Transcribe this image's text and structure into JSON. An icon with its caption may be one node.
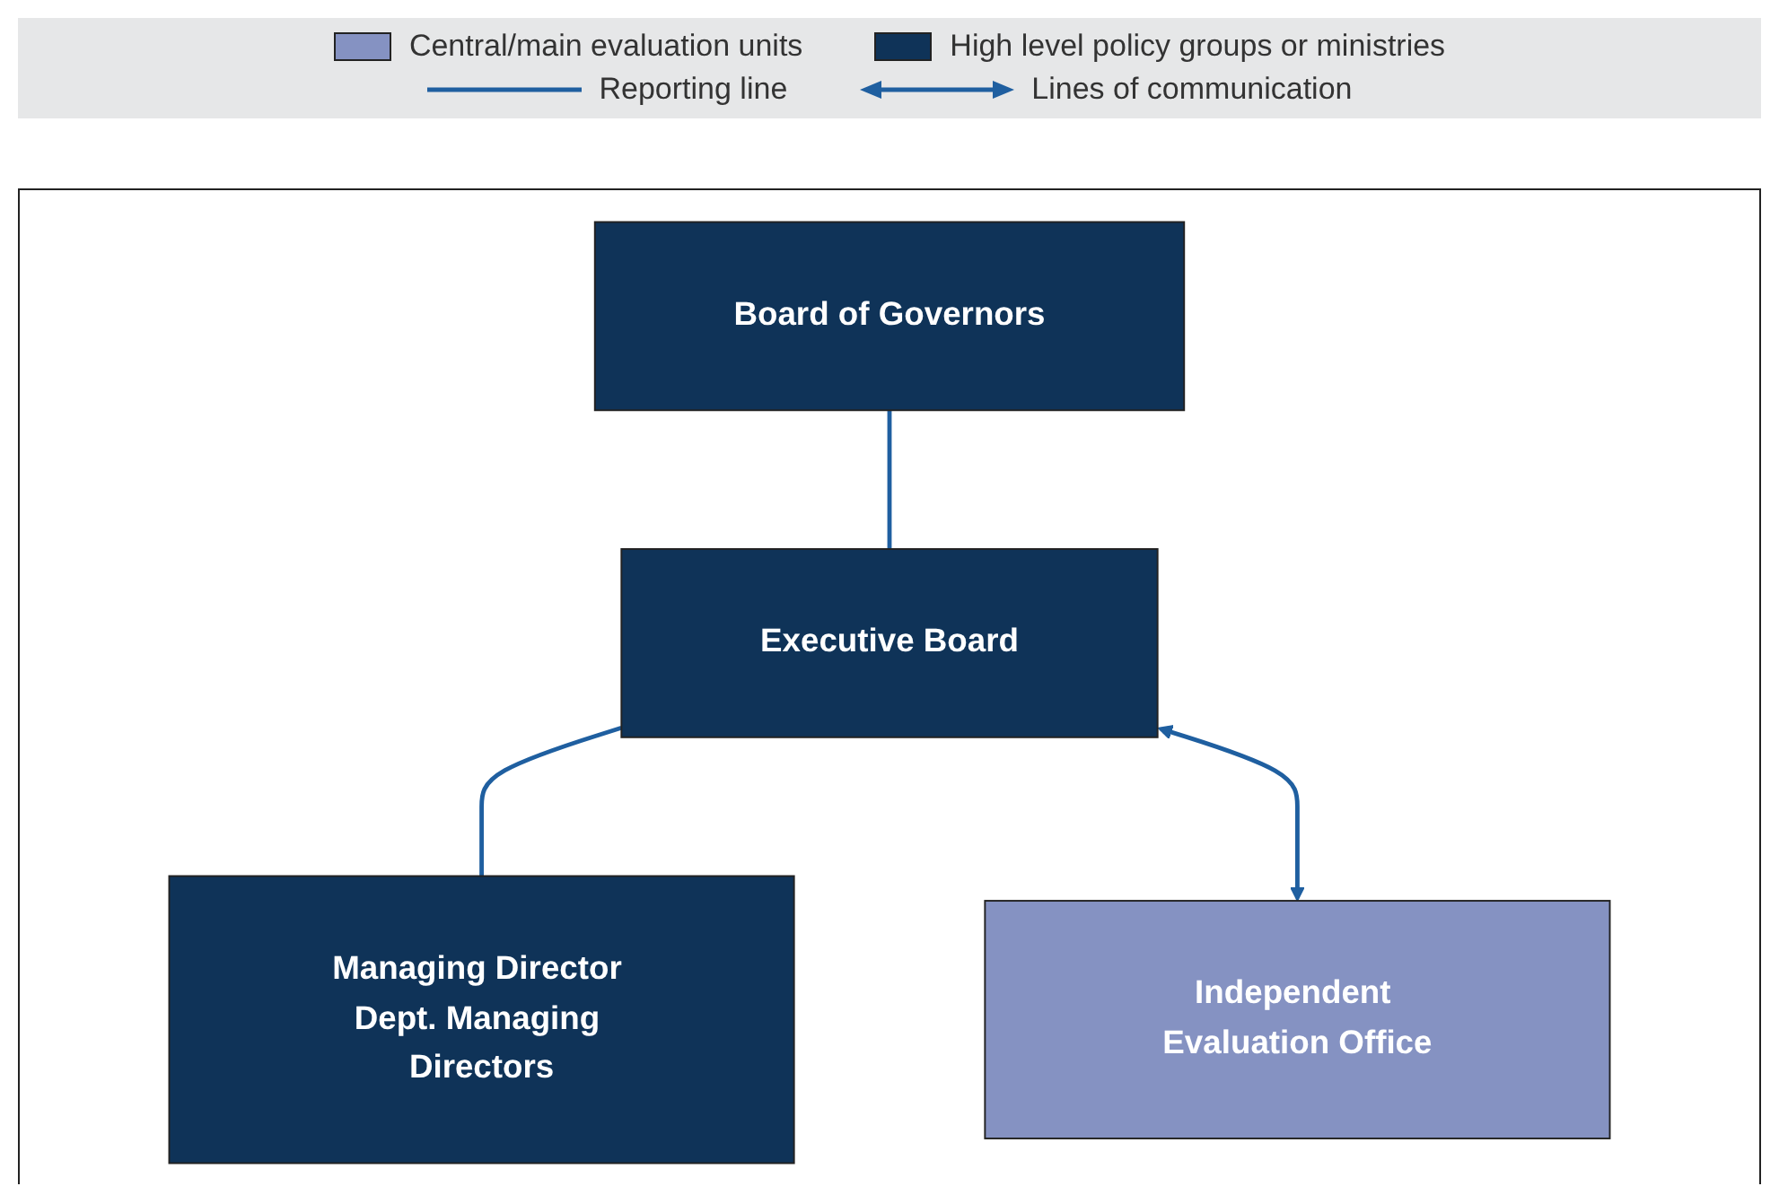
{
  "diagram": {
    "nodes": [
      {
        "text": [
          "Board of Governors"
        ]
      },
      {
        "text": [
          "Executive Board"
        ]
      },
      {
        "text": [
          "Managing Director Dept. Managing Directors"
        ]
      },
      {
        "text": [
          "Independent Evaluation Office"
        ]
      }
    ],
    "edges": [
      {
        "from": 0,
        "to": 1,
        "arrow": "none"
      },
      {
        "from": 1,
        "to": 2,
        "arrow": "none"
      },
      {
        "from": 1,
        "to": 3,
        "arrow": "both"
      }
    ],
    "legend": [
      {
        "text": "Central/main evaluation units",
        "color": "#8592c2"
      },
      {
        "text": "High level policy groups or ministries",
        "color": "#0f3358"
      },
      {
        "text": "Reporting line"
      },
      {
        "text": "Lines of communication"
      }
    ]
  }
}
